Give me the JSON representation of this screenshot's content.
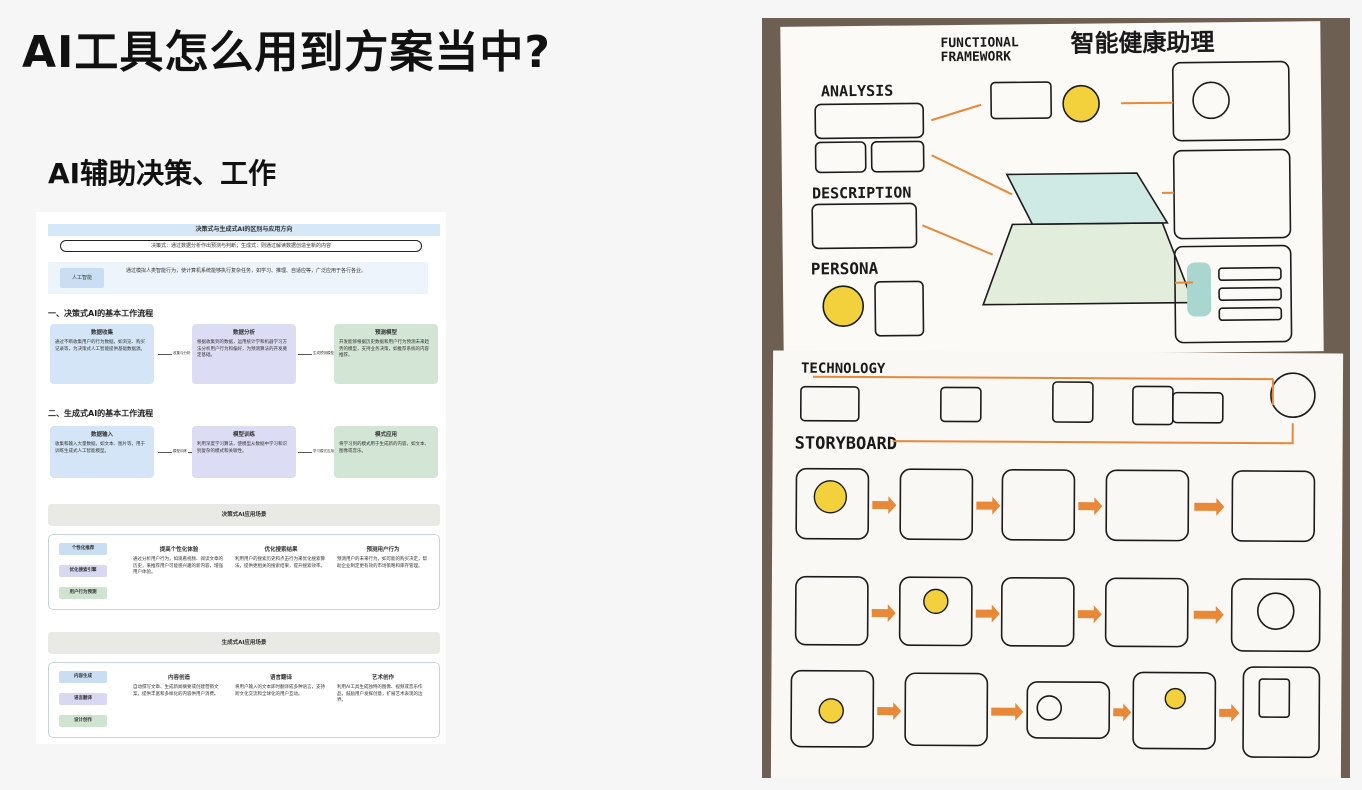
{
  "slide": {
    "title": "AI工具怎么用到方案当中?",
    "subtitle": "AI辅助决策、工作"
  },
  "infographic": {
    "title": "决策式与生成式AI的区别与应用方向",
    "definition": "决策式：通过数据分析作出预测与判断；生成式：则通过解读数据创造全新的内容",
    "ai_tag": "人工智能",
    "ai_text": "通过模拟人类智能行为，使计算机系统能够执行复杂任务，如学习、推理、自适应等，广泛应用于各行各业。",
    "section1": {
      "heading": "一、决策式AI的基本工作流程",
      "steps": [
        {
          "title": "数据收集",
          "text": "通过不断收集用户的行为数据，如浏览、购买记录等，为决策式人工智能提供基础数据源。"
        },
        {
          "title": "数据分析",
          "text": "根据收集到的数据，运用统计学和机器学习方法分析用户行为和偏好，为预测算法的开发奠定基础。"
        },
        {
          "title": "预测模型",
          "text": "开发能够根据历史数据和用户行为预测未来趋势的模型，支持业务决策，如推荐系统的内容推荐。"
        }
      ],
      "arrows": [
        "收集与分析",
        "生成预测模型"
      ]
    },
    "section2": {
      "heading": "二、生成式AI的基本工作流程",
      "steps": [
        {
          "title": "数据输入",
          "text": "收集和输入大量数据，如文本、图片等，用于训练生成式人工智能模型。"
        },
        {
          "title": "模型训练",
          "text": "利用深度学习算法，使模型从数据中学习和识别复杂的模式和关联性。"
        },
        {
          "title": "模式应用",
          "text": "将学习到的模式用于生成新的内容，如文本、图像或音乐。"
        }
      ],
      "arrows": [
        "模型训练",
        "学习模式应用"
      ]
    },
    "usecase1": {
      "band": "决策式AI应用场景",
      "tags": [
        "个性化推荐",
        "优化搜索引擎",
        "用户行为预测"
      ],
      "columns": [
        {
          "title": "提高个性化体验",
          "text": "通过分析用户行为，如观看视频、阅读文章的历史，来推荐用户可能感兴趣的新内容，增强用户体验。"
        },
        {
          "title": "优化搜索结果",
          "text": "利用用户的搜索历史和点击行为来优化搜索算法，提供更相关的搜索结果，提升搜索效率。"
        },
        {
          "title": "预测用户行为",
          "text": "预测用户的未来行为，如可能的购买决定，帮助企业制定更有效的市场策略和库存管理。"
        }
      ]
    },
    "usecase2": {
      "band": "生成式AI应用场景",
      "tags": [
        "内容生成",
        "语言翻译",
        "设计创作"
      ],
      "columns": [
        {
          "title": "内容创造",
          "text": "自动撰写文章、生成新闻摘要或创建营销文案，提供丰富和多样化的内容供用户消费。"
        },
        {
          "title": "语言翻译",
          "text": "将用户输入的文本即时翻译成多种语言，支持跨文化交流和全球化的用户互动。"
        },
        {
          "title": "艺术创作",
          "text": "利用AI工具生成独特的图像、视频或音乐作品，鼓励用户发挥创意，扩展艺术表现的边界。"
        }
      ]
    }
  },
  "sketch": {
    "framework_label_1": "FUNCTIONAL",
    "framework_label_2": "FRAMEWORK",
    "title_cn": "智能健康助理",
    "labels": [
      "ANALYSIS",
      "DESCRIPTION",
      "PERSONA",
      "TECHNOLOGY",
      "STORYBOARD"
    ],
    "colors": {
      "teal": "#cfe9e4",
      "yellow": "#f3d13c",
      "orange": "#e8893a"
    }
  }
}
